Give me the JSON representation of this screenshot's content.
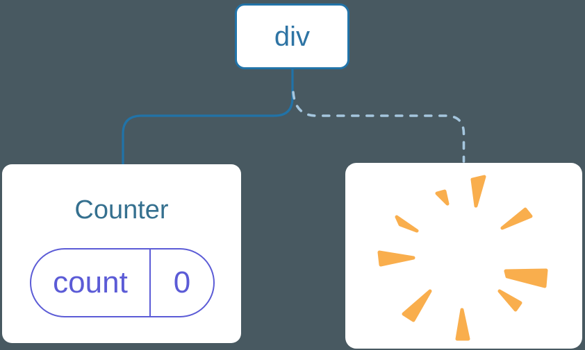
{
  "diagram": {
    "root_node": {
      "label": "div"
    },
    "left_node": {
      "title": "Counter",
      "state_pill": {
        "key": "count",
        "value": "0"
      }
    },
    "right_node": {
      "icon": "poof-burst-icon"
    },
    "connectors": {
      "left_style": "solid",
      "right_style": "dashed"
    }
  },
  "colors": {
    "background": "#485961",
    "node_bg": "#FFFFFF",
    "root_border": "#2173A8",
    "root_text": "#2E74A4",
    "solid_connector": "#2173A8",
    "dashed_connector": "#A5C6DE",
    "title_text": "#35708F",
    "pill": "#5B5BD6",
    "burst": "#F9AE4D"
  }
}
